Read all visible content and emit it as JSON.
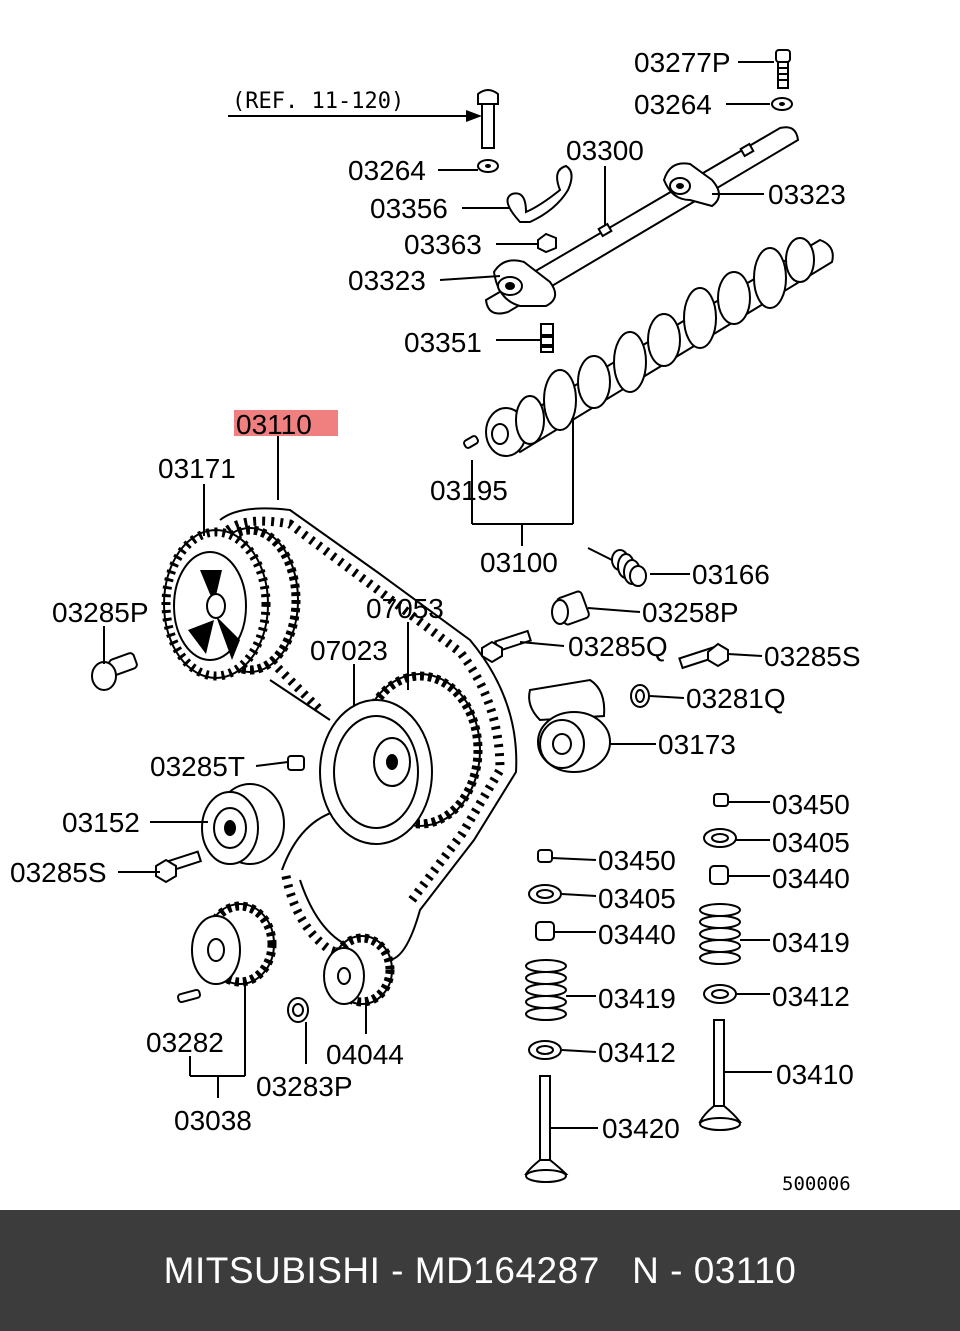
{
  "reference_text": "(REF. 11-120)",
  "highlight_color": "#f08080",
  "footer_bg": "#3c3c3c",
  "parts": {
    "p03277P": "03277P",
    "p03264_top": "03264",
    "p03264": "03264",
    "p03300": "03300",
    "p03323_right": "03323",
    "p03356": "03356",
    "p03363": "03363",
    "p03323_left": "03323",
    "p03351": "03351",
    "p03110": "03110",
    "p03171": "03171",
    "p03195": "03195",
    "p03100": "03100",
    "p03166": "03166",
    "p03285P": "03285P",
    "p07053": "07053",
    "p03258P": "03258P",
    "p07023": "07023",
    "p03285Q": "03285Q",
    "p03285S_right": "03285S",
    "p03281Q": "03281Q",
    "p03173": "03173",
    "p03285T": "03285T",
    "p03450_right": "03450",
    "p03152": "03152",
    "p03405_right": "03405",
    "p03450_mid": "03450",
    "p03285S_left": "03285S",
    "p03440_right": "03440",
    "p03405_mid": "03405",
    "p03440_mid": "03440",
    "p03419_right": "03419",
    "p03419_mid": "03419",
    "p03412_right": "03412",
    "p03282": "03282",
    "p04044": "04044",
    "p03412_mid": "03412",
    "p03410": "03410",
    "p03283P": "03283P",
    "p03038": "03038",
    "p03420": "03420"
  },
  "diagram_code": "500006",
  "footer": {
    "text": "MITSUBISHI - MD164287   N - 03110"
  }
}
